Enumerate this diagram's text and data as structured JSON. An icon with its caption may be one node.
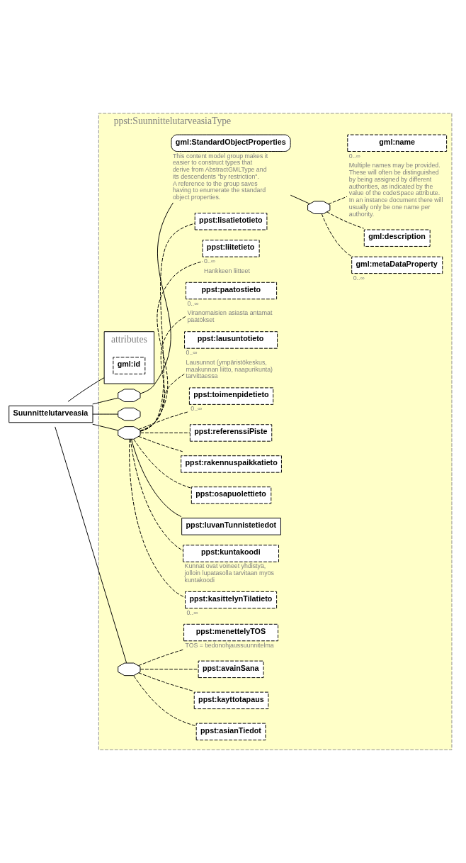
{
  "diagram": {
    "nodes": [
      {
        "text": [
          "Suunnittelutarveasia"
        ]
      },
      {
        "text": [
          "ppst:SuunnittelutarveasiaType"
        ]
      },
      {
        "text": [
          "attributes"
        ],
        "in": 1
      },
      {
        "text": [
          "gml:id"
        ],
        "in": 2
      },
      {
        "text": [],
        "shape": "octagon",
        "in": 1
      },
      {
        "text": [
          "gml:StandardObjectProperties"
        ],
        "in": 1,
        "beside": [
          "This content model group makes it easier to construct types that derive from AbstractGMLType and its descendents \"by restriction\". A reference to the group saves having to enumerate the standard object properties."
        ]
      },
      {
        "text": [],
        "shape": "octagon",
        "in": 1
      },
      {
        "text": [
          "gml:metaDataProperty"
        ],
        "in": 1,
        "beside": [
          "0..∞"
        ]
      },
      {
        "text": [
          "gml:description"
        ],
        "in": 1
      },
      {
        "text": [
          "gml:name"
        ],
        "in": 1,
        "beside": [
          "0..∞",
          "Multiple names may be provided.  These will often be distinguished by being assigned by different authorities, as indicated by the value of the codeSpace attribute.  In an instance document there will usually only be one name per authority."
        ]
      },
      {
        "text": [],
        "shape": "octagon",
        "in": 1
      },
      {
        "text": [],
        "shape": "octagon",
        "in": 1
      },
      {
        "text": [
          "ppst:kasittelynTilatieto"
        ],
        "in": 1,
        "beside": [
          "0..∞"
        ]
      },
      {
        "text": [
          "ppst:kuntakoodi"
        ],
        "in": 1,
        "beside": [
          "Kunnat ovat voineet yhdistyä, jolloin lupatasolla tarvitaan myös kuntakoodi"
        ]
      },
      {
        "text": [
          "ppst:luvanTunnistetiedot"
        ],
        "in": 1
      },
      {
        "text": [
          "ppst:osapuolettieto"
        ],
        "in": 1
      },
      {
        "text": [
          "ppst:rakennuspaikkatieto"
        ],
        "in": 1
      },
      {
        "text": [
          "ppst:referenssiPiste"
        ],
        "in": 1
      },
      {
        "text": [
          "ppst:toimenpidetieto"
        ],
        "in": 1,
        "beside": [
          "0..∞"
        ]
      },
      {
        "text": [
          "ppst:lausuntotieto"
        ],
        "in": 1,
        "beside": [
          "0..∞",
          "Lausunnot (ympäristökeskus, maakunnan liitto, naapurikunta) tarvittaessa"
        ]
      },
      {
        "text": [
          "ppst:paatostieto"
        ],
        "in": 1,
        "beside": [
          "0..∞",
          "Viranomaisien asiasta antamat päätökset"
        ]
      },
      {
        "text": [
          "ppst:liitetieto"
        ],
        "in": 1,
        "beside": [
          "0..∞",
          "Hankkeen liitteet"
        ]
      },
      {
        "text": [
          "ppst:lisatietotieto"
        ],
        "in": 1
      },
      {
        "text": [],
        "shape": "octagon",
        "in": 1
      },
      {
        "text": [
          "ppst:asianTiedot"
        ],
        "in": 1
      },
      {
        "text": [
          "ppst:kayttotapaus"
        ],
        "in": 1
      },
      {
        "text": [
          "ppst:avainSana"
        ],
        "in": 1
      },
      {
        "text": [
          "ppst:menettelyTOS"
        ],
        "in": 1,
        "beside": [
          "TOS = tiedonohjaussuunnitelma"
        ]
      }
    ],
    "edges": [
      {
        "from": 0,
        "to": 2,
        "arrow": "none"
      },
      {
        "from": 0,
        "to": 4,
        "arrow": "none"
      },
      {
        "from": 4,
        "to": 5,
        "arrow": "none"
      },
      {
        "from": 5,
        "to": 6,
        "arrow": "none"
      },
      {
        "from": 6,
        "to": 7,
        "arrow": "none",
        "style": "dashed"
      },
      {
        "from": 6,
        "to": 8,
        "arrow": "none",
        "style": "dashed"
      },
      {
        "from": 6,
        "to": 9,
        "arrow": "none",
        "style": "dashed"
      },
      {
        "from": 0,
        "to": 10,
        "arrow": "none"
      },
      {
        "from": 0,
        "to": 11,
        "arrow": "none"
      },
      {
        "from": 11,
        "to": 12,
        "arrow": "none",
        "style": "dashed"
      },
      {
        "from": 11,
        "to": 13,
        "arrow": "none",
        "style": "dashed"
      },
      {
        "from": 11,
        "to": 14,
        "arrow": "none"
      },
      {
        "from": 11,
        "to": 15,
        "arrow": "none",
        "style": "dashed"
      },
      {
        "from": 11,
        "to": 16,
        "arrow": "none",
        "style": "dashed"
      },
      {
        "from": 11,
        "to": 17,
        "arrow": "none",
        "style": "dashed"
      },
      {
        "from": 11,
        "to": 18,
        "arrow": "none",
        "style": "dashed"
      },
      {
        "from": 11,
        "to": 19,
        "arrow": "none",
        "style": "dashed"
      },
      {
        "from": 11,
        "to": 20,
        "arrow": "none",
        "style": "dashed"
      },
      {
        "from": 11,
        "to": 21,
        "arrow": "none",
        "style": "dashed"
      },
      {
        "from": 11,
        "to": 22,
        "arrow": "none",
        "style": "dashed"
      },
      {
        "from": 0,
        "to": 23,
        "arrow": "none"
      },
      {
        "from": 23,
        "to": 24,
        "arrow": "none",
        "style": "dashed"
      },
      {
        "from": 23,
        "to": 25,
        "arrow": "none",
        "style": "dashed"
      },
      {
        "from": 23,
        "to": 26,
        "arrow": "none",
        "style": "dashed"
      },
      {
        "from": 23,
        "to": 27,
        "arrow": "none",
        "style": "dashed"
      }
    ]
  }
}
